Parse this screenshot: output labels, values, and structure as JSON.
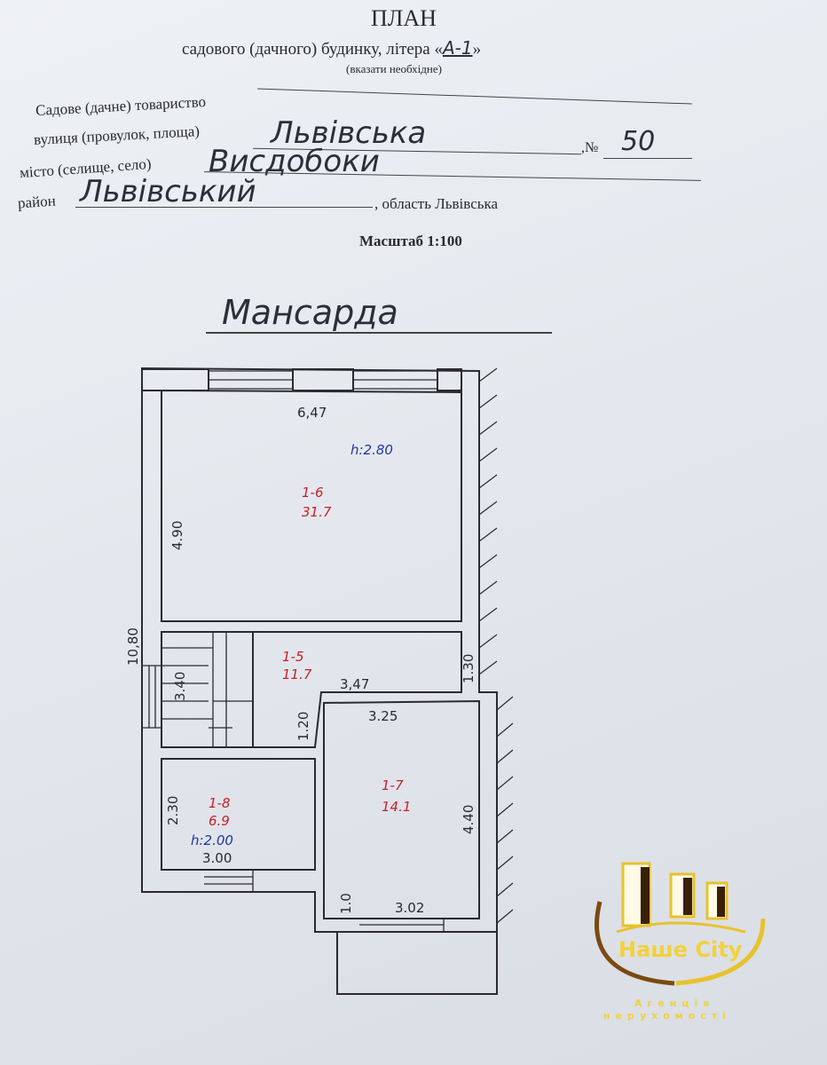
{
  "header": {
    "title": "ПЛАН",
    "subtitle_prefix": "садового (дачного) будинку, літера «",
    "letter": "А-1",
    "subtitle_suffix": "»",
    "note": "(вказати необхідне)"
  },
  "fields": {
    "society_label": "Садове (дачне) товариство",
    "society_value": "",
    "street_label": "вулиця (провулок, площа)",
    "street_value": "Львівська",
    "number_label": ",№",
    "number_value": "50",
    "city_label": "місто (селище, село)",
    "city_value": "Висдобоки",
    "district_label": "район",
    "district_value": "Львівський",
    "region_text": ", область Львівська"
  },
  "scale": "Масштаб 1:100",
  "floor_title": "Мансарда",
  "plan": {
    "overall_length": "10,80",
    "rooms": [
      {
        "id": "1-6",
        "area": "31.7",
        "height": "h:2.80",
        "width": "6,47",
        "depth": "4.90"
      },
      {
        "id": "1-5",
        "area": "11.7",
        "dims": [
          "3,47",
          "1.30",
          "1.20"
        ]
      },
      {
        "id": "1-7",
        "area": "14.1",
        "dims": [
          "3.25",
          "4.40",
          "3.02",
          "1.0"
        ]
      },
      {
        "id": "1-8",
        "area": "6.9",
        "height": "h:2.00",
        "dims": [
          "2.30",
          "3.00"
        ]
      }
    ],
    "stairs_dim": "3.40"
  },
  "logo": {
    "name": "Наше City",
    "tagline_1": "Агенція",
    "tagline_2": "нерухомості"
  }
}
